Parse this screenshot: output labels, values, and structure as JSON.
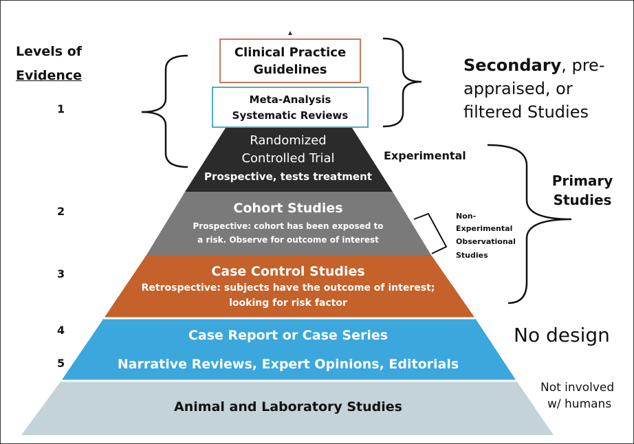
{
  "levels_header": {
    "line1": "Levels of",
    "line2": "Evidence"
  },
  "level_numbers": [
    "1",
    "2",
    "3",
    "4",
    "5"
  ],
  "tiers": {
    "guidelines": {
      "line1": "Clinical Practice",
      "line2": "Guidelines"
    },
    "meta": {
      "line1": "Meta-Analysis",
      "line2": "Systematic Reviews"
    },
    "rct": {
      "line1": "Randomized",
      "line2": "Controlled Trial",
      "sub": "Prospective, tests treatment"
    },
    "cohort": {
      "title": "Cohort Studies",
      "sub1": "Prospective: cohort has been exposed to",
      "sub2": "a risk. Observe for outcome of interest"
    },
    "case_control": {
      "title": "Case Control Studies",
      "sub1": "Retrospective: subjects have the outcome of interest;",
      "sub2": "looking for risk factor"
    },
    "case_report": {
      "title": "Case Report or Case Series"
    },
    "narrative": {
      "title": "Narrative Reviews, Expert Opinions, Editorials"
    },
    "animal": {
      "title": "Animal and Laboratory Studies"
    }
  },
  "right_labels": {
    "secondary_bold": "Secondary",
    "secondary_rest1": ", pre-",
    "secondary_line2": "appraised, or",
    "secondary_line3": "filtered Studies",
    "experimental": "Experimental",
    "non_experimental": [
      "Non-",
      "Experimental",
      "Observational",
      "Studies"
    ],
    "primary": [
      "Primary",
      "Studies"
    ],
    "no_design": "No design",
    "not_involved": [
      "Not involved",
      "w/ humans"
    ]
  },
  "colors": {
    "rct": "#2b2b2b",
    "cohort": "#7a7a7a",
    "case_control": "#c5612a",
    "case_report": "#3ba7dc",
    "animal": "#c4d3d8",
    "guidelines_border": "#c8775a",
    "meta_border": "#4aa8d8"
  }
}
